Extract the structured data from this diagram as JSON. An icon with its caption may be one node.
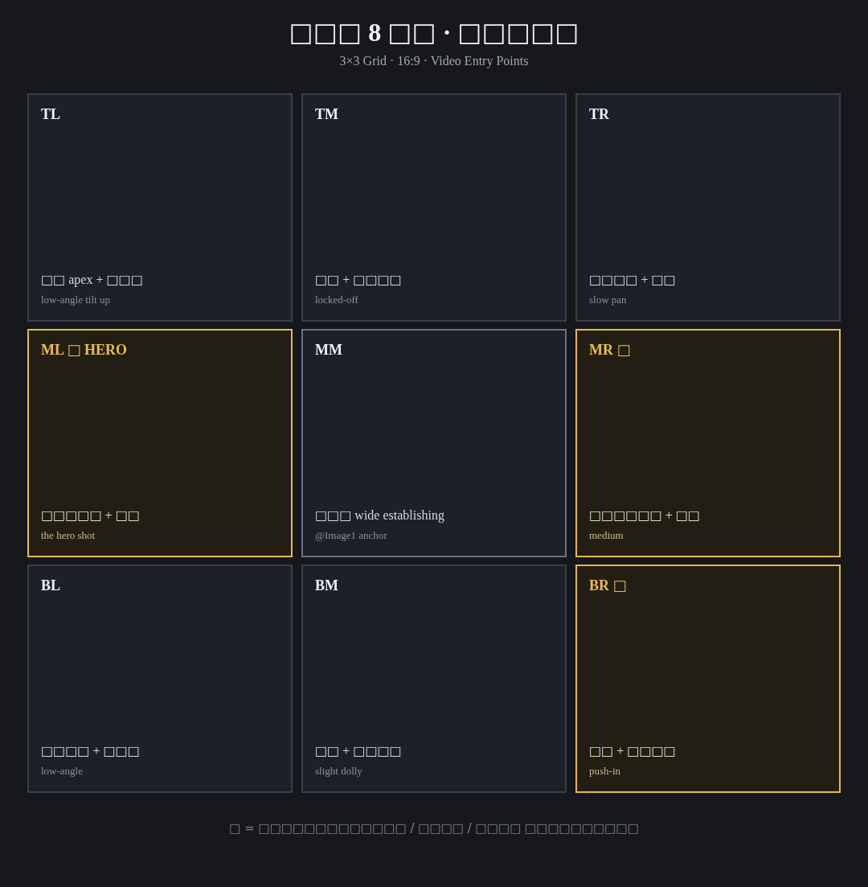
{
  "diagram": {
    "title": "□□□ 8 □□ · □□□□□",
    "nodes": [
      {
        "text": [
          "TL",
          "□□ apex + □□□",
          "low-angle tilt up"
        ]
      },
      {
        "text": [
          "TM",
          "□□ + □□□□",
          "locked-off"
        ]
      },
      {
        "text": [
          "TR",
          "□□□□ + □□",
          "slow pan"
        ]
      },
      {
        "text": [
          "ML □ HERO",
          "□□□□□ + □□",
          "the hero shot"
        ]
      },
      {
        "text": [
          "MM",
          "□□□ wide establishing",
          "@Image1 anchor"
        ]
      },
      {
        "text": [
          "MR □",
          "□□□□□□ + □□",
          "medium"
        ]
      },
      {
        "text": [
          "BL",
          "□□□□ + □□□",
          "low-angle"
        ]
      },
      {
        "text": [
          "BM",
          "□□ + □□□□",
          "slight dolly"
        ]
      },
      {
        "text": [
          "BR □",
          "□□ + □□□□",
          "push-in"
        ]
      }
    ],
    "labels": [
      "3×3 Grid · 16:9 · Video Entry Points",
      "□ = □□□□□□□□□□□□□ / □□□□ / □□□□ □□□□□□□□□□"
    ]
  }
}
